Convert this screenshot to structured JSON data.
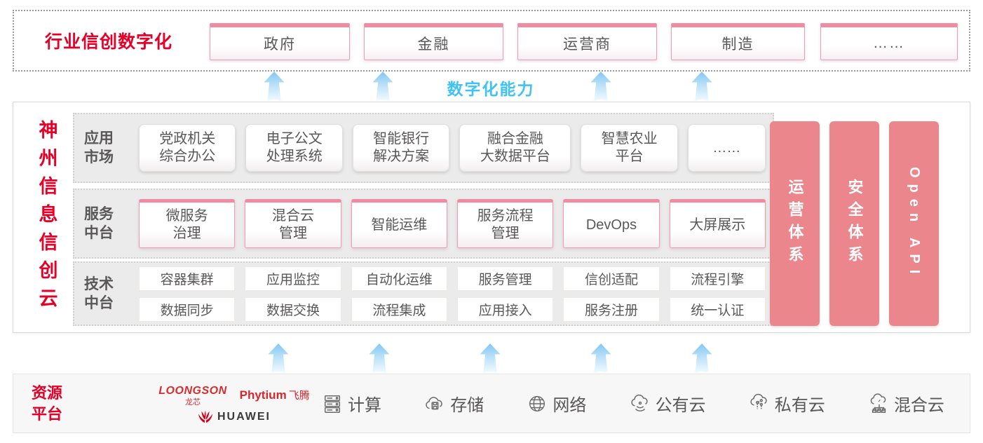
{
  "colors": {
    "brand_red": "#e60028",
    "box_pink_border": "#f28ba2",
    "pillar_salmon": "#ea868c",
    "capability_blue": "#41c2f5",
    "panel_gray": "#ebebeb",
    "text_gray": "#595757"
  },
  "industry_banner": {
    "title": "行业信创数字化",
    "sectors": [
      {
        "label": "政府"
      },
      {
        "label": "金融"
      },
      {
        "label": "运营商"
      },
      {
        "label": "制造"
      },
      {
        "label": "……"
      }
    ]
  },
  "capability": {
    "label": "数字化能力"
  },
  "platform": {
    "vertical_title": "神州信息信创云",
    "rows": [
      {
        "label": "应用\n市场",
        "items": [
          "党政机关\n综合办公",
          "电子公文\n处理系统",
          "智能银行\n解决方案",
          "融合金融\n大数据平台",
          "智慧农业\n平台",
          "……"
        ]
      },
      {
        "label": "服务\n中台",
        "items": [
          "微服务\n治理",
          "混合云\n管理",
          "智能运维",
          "服务流程\n管理",
          "DevOps",
          "大屏展示"
        ]
      },
      {
        "label": "技术\n中台",
        "items_top": [
          "容器集群",
          "应用监控",
          "自动化运维",
          "服务管理",
          "信创适配",
          "流程引擎"
        ],
        "items_bottom": [
          "数据同步",
          "数据交换",
          "流程集成",
          "应用接入",
          "服务注册",
          "统一认证"
        ]
      }
    ],
    "pillars": [
      {
        "label": "运营体系"
      },
      {
        "label": "安全体系"
      },
      {
        "label": "Open API"
      }
    ]
  },
  "resources": {
    "title": "资源\n平台",
    "vendors": {
      "loongson_en": "LOONGSON",
      "loongson_cn": "龙芯",
      "phytium_en": "Phytium",
      "phytium_cn": "飞腾",
      "huawei": "HUAWEI"
    },
    "items": [
      {
        "icon": "compute-server-icon",
        "label": "计算"
      },
      {
        "icon": "storage-cloud-icon",
        "label": "存储"
      },
      {
        "icon": "network-globe-icon",
        "label": "网络"
      },
      {
        "icon": "public-cloud-icon",
        "label": "公有云"
      },
      {
        "icon": "private-cloud-icon",
        "label": "私有云"
      },
      {
        "icon": "hybrid-cloud-icon",
        "label": "混合云"
      }
    ]
  }
}
